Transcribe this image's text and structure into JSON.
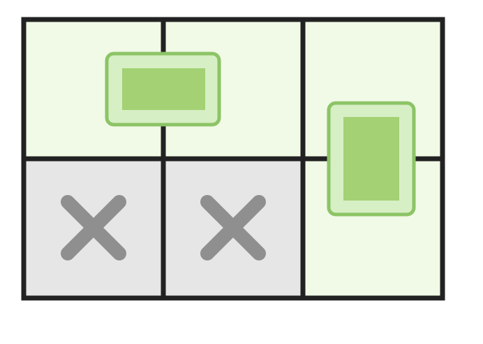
{
  "grid": {
    "columns": 3,
    "rows": 2,
    "cells": [
      {
        "row": 0,
        "col": 0,
        "state": "available"
      },
      {
        "row": 0,
        "col": 1,
        "state": "available"
      },
      {
        "row": 0,
        "col": 2,
        "state": "available"
      },
      {
        "row": 1,
        "col": 0,
        "state": "blocked",
        "icon": "x-icon"
      },
      {
        "row": 1,
        "col": 1,
        "state": "blocked",
        "icon": "x-icon"
      },
      {
        "row": 1,
        "col": 2,
        "state": "available"
      }
    ]
  },
  "pieces": [
    {
      "name": "horizontal-piece",
      "orientation": "horizontal"
    },
    {
      "name": "vertical-piece",
      "orientation": "vertical"
    }
  ],
  "colors": {
    "grid_line": "#222222",
    "available_fill": "#f1f9e7",
    "blocked_fill": "#e6e6e6",
    "x_mark": "#8f8f8f",
    "piece_border": "#8cc466",
    "piece_outer_fill": "#d7efc5",
    "piece_inner_fill": "#a3d174",
    "background": "#ffffff"
  }
}
